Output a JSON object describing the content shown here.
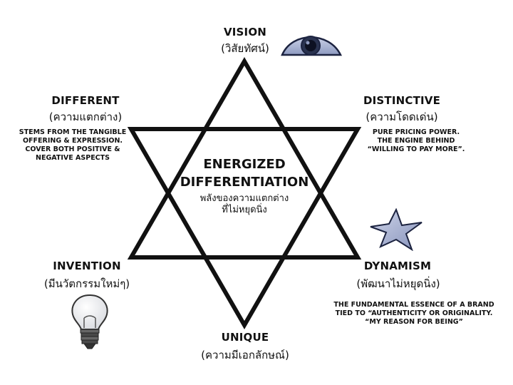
{
  "center": {
    "title_line1": "ENERGIZED",
    "title_line2": "DIFFERENTIATION",
    "thai_line1": "พลังของความแตกต่าง",
    "thai_line2": "ที่ไม่หยุดนิ่ง"
  },
  "nodes": {
    "vision": {
      "title": "VISION",
      "thai": "(วิสัยทัศน์)"
    },
    "different": {
      "title": "DIFFERENT",
      "thai": "(ความแตกต่าง)",
      "desc_line1": "STEMS FROM THE TANGIBLE",
      "desc_line2": "OFFERING & EXPRESSION.",
      "desc_line3": "COVER BOTH POSITIVE &",
      "desc_line4": "NEGATIVE ASPECTS"
    },
    "distinctive": {
      "title": "DISTINCTIVE",
      "thai": "(ความโดดเด่น)",
      "desc_line1": "PURE PRICING POWER.",
      "desc_line2": "THE ENGINE BEHIND",
      "desc_line3": "“WILLING TO PAY MORE”."
    },
    "invention": {
      "title": "INVENTION",
      "thai": "(มีนวัตกรรมใหม่ๆ)"
    },
    "dynamism": {
      "title": "DYNAMISM",
      "thai": "(พัฒนาไม่หยุดนิ่ง)",
      "desc_line1": "THE FUNDAMENTAL ESSENCE OF A BRAND",
      "desc_line2": "TIED TO “AUTHENTICITY OR ORIGINALITY.",
      "desc_line3": "“MY REASON FOR BEING”"
    },
    "unique": {
      "title": "UNIQUE",
      "thai": "(ความมีเอกลักษณ์)"
    }
  },
  "icons": {
    "vision": "eye-icon",
    "dynamism": "star-shape-icon",
    "invention": "lightbulb-icon"
  },
  "colors": {
    "star_stroke": "#111111",
    "icon_fill": "#a9b4d2",
    "icon_dark": "#1c2340"
  }
}
